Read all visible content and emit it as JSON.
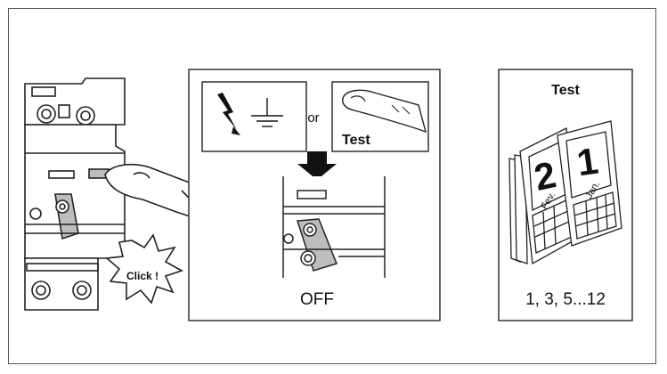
{
  "left_panel": {
    "click_label": "Click !"
  },
  "middle_panel": {
    "or_label": "or",
    "test_button_label": "Test",
    "state_label": "OFF"
  },
  "right_panel": {
    "title": "Test",
    "calendar_page_1_day": "1",
    "calendar_page_1_month": "Jan.",
    "calendar_page_2_day": "2",
    "calendar_page_2_month": "Fev.",
    "months_label": "1, 3, 5...12"
  },
  "colors": {
    "line": "#222222",
    "panel_border": "#333333",
    "shade": "#bdbdbd"
  }
}
